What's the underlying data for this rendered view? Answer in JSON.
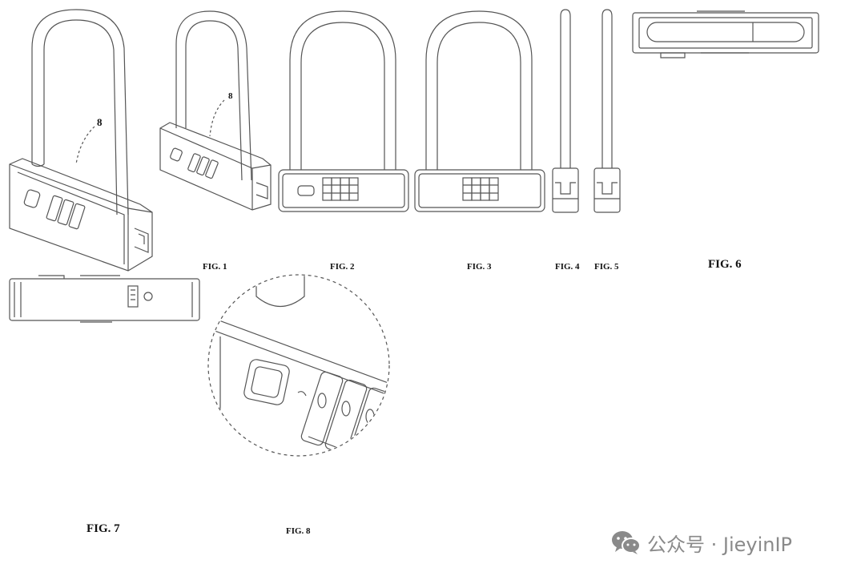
{
  "figures": {
    "fig1": "FIG. 1",
    "fig2": "FIG. 2",
    "fig3": "FIG. 3",
    "fig4": "FIG. 4",
    "fig5": "FIG. 5",
    "fig6": "FIG. 6",
    "fig7": "FIG. 7",
    "fig8": "FIG. 8"
  },
  "reference_numerals": {
    "fig1_ref": "8",
    "fig1_small_ref": "8"
  },
  "watermark": {
    "text": "公众号 · JieyinIP",
    "icon": "wechat-icon"
  },
  "colors": {
    "line": "#555555",
    "watermark": "#8a8a8a"
  }
}
